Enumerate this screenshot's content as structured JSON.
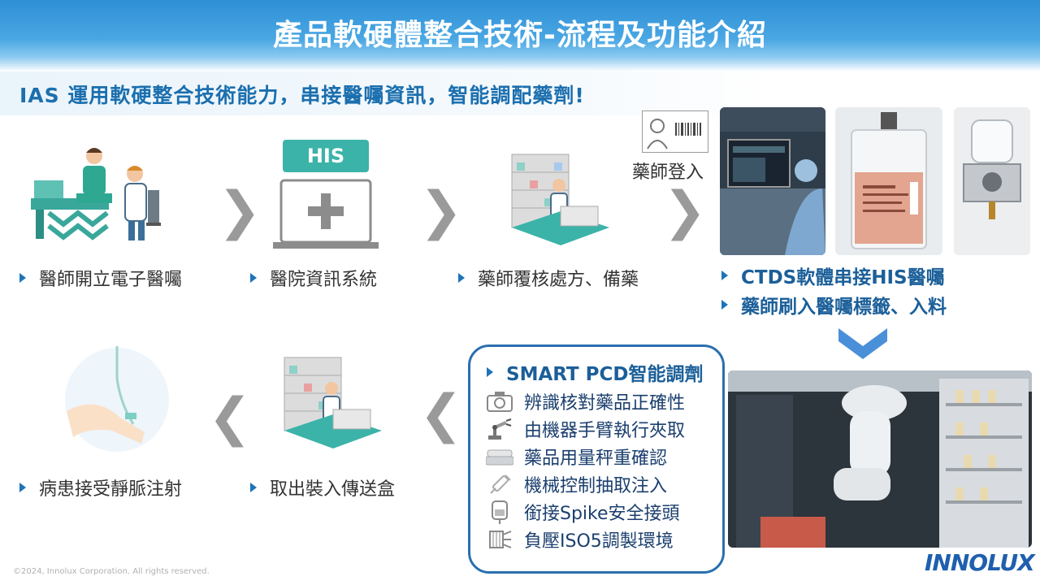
{
  "header": {
    "title": "產品軟硬體整合技術-流程及功能介紹",
    "subtitle": "IAS 運用軟硬整合技術能力，串接醫囑資訊，智能調配藥劑!"
  },
  "flow_top": [
    {
      "label": "醫師開立電子醫囑"
    },
    {
      "label": "醫院資訊系統",
      "badge": "HIS"
    },
    {
      "label": "藥師覆核處方、備藥"
    }
  ],
  "login": {
    "label": "藥師登入"
  },
  "ctds": [
    "CTDS軟體串接HIS醫囑",
    "藥師刷入醫囑標籤、入料"
  ],
  "pcd": {
    "heading": "SMART PCD智能調劑",
    "items": [
      {
        "text": "辨識核對藥品正確性",
        "icon": "camera-icon"
      },
      {
        "text": "由機器手臂執行夾取",
        "icon": "robot-arm-icon"
      },
      {
        "text": "藥品用量秤重確認",
        "icon": "scale-icon"
      },
      {
        "text": "機械控制抽取注入",
        "icon": "syringe-icon"
      },
      {
        "text": "銜接Spike安全接頭",
        "icon": "iv-bag-icon"
      },
      {
        "text": "負壓ISO5調製環境",
        "icon": "filter-icon"
      }
    ]
  },
  "flow_bottom": [
    {
      "label": "取出裝入傳送盒"
    },
    {
      "label": "病患接受靜脈注射"
    }
  ],
  "footer": {
    "copyright": "©2024, Innolux Corporation. All rights reserved.",
    "logo": "INNOLUX"
  },
  "colors": {
    "accent": "#1f74b8",
    "teal": "#3bb3a9",
    "arrow": "#9a9a9a",
    "down_arrow": "#4a90d9"
  }
}
